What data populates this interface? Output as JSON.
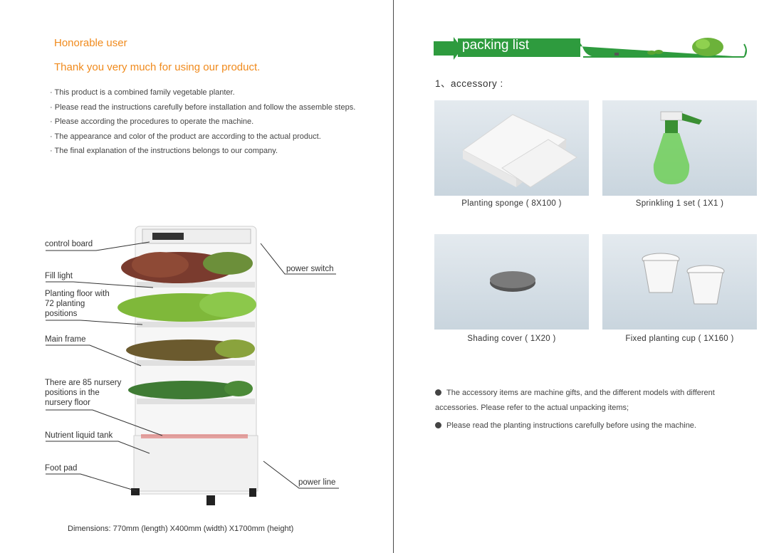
{
  "left_page": {
    "greeting_1": "Honorable user",
    "greeting_2": "Thank you very much for using our product.",
    "intro_lines": [
      "This product is a combined family vegetable planter.",
      "Please read the instructions carefully before installation and follow the assemble steps.",
      "Please according the procedures to operate the machine.",
      "The appearance and color of the product are according to the actual product.",
      "The final explanation of the instructions belongs to our company."
    ],
    "labels": {
      "control_board": "control board",
      "fill_light": "Fill light",
      "planting_floor": "Planting floor with 72 planting positions",
      "main_frame": "Main frame",
      "nursery": "There are 85 nursery positions in the nursery floor",
      "nutrient_tank": "Nutrient liquid tank",
      "foot_pad": "Foot pad",
      "power_switch": "power switch",
      "power_line": "power line"
    },
    "dimensions": "Dimensions: 770mm (length) X400mm (width) X1700mm (height)"
  },
  "right_page": {
    "banner_title": "packing list",
    "section_title": "1、accessory :",
    "items": [
      {
        "caption": "Planting sponge ( 8X100 )",
        "icon": "sponge-icon"
      },
      {
        "caption": "Sprinkling 1 set ( 1X1 )",
        "icon": "spray-bottle-icon"
      },
      {
        "caption": "Shading cover ( 1X20 )",
        "icon": "shading-cover-icon"
      },
      {
        "caption": "Fixed planting cup ( 1X160 )",
        "icon": "planting-cup-icon"
      }
    ],
    "notes": [
      "The accessory items are machine gifts, and the different models with different accessories. Please refer to the actual unpacking items;",
      "Please read the planting instructions carefully before using the machine."
    ]
  },
  "colors": {
    "accent_orange": "#f08a1c",
    "banner_green": "#2e9b3e"
  }
}
